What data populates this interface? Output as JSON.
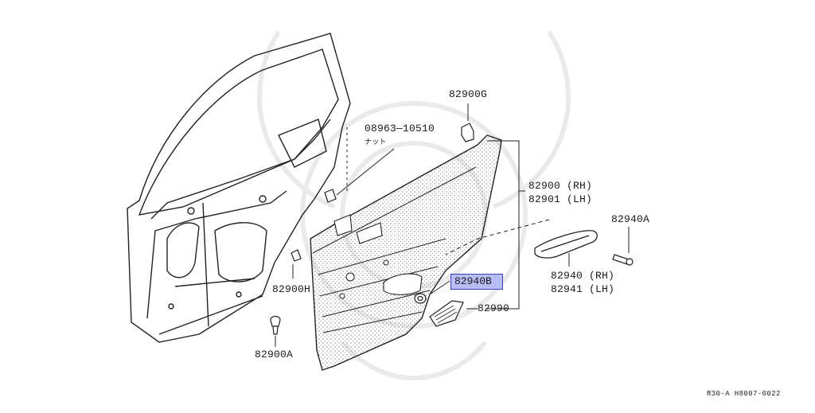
{
  "labels": {
    "p82900g": "82900G",
    "p08963": "08963—10510",
    "nut": "ナット",
    "p82900rh": "82900 (RH)",
    "p82901lh": "82901 (LH)",
    "p82940a": "82940A",
    "p82940b": "82940B",
    "p82940rh": "82940 (RH)",
    "p82941lh": "82941 (LH)",
    "p82900h": "82900H",
    "p82990": "82990",
    "p82900a": "82900A",
    "footer_code": "R30-A H8007-0022"
  },
  "highlight_color": "#b9bdf5",
  "highlight_border": "#3b3fb8"
}
